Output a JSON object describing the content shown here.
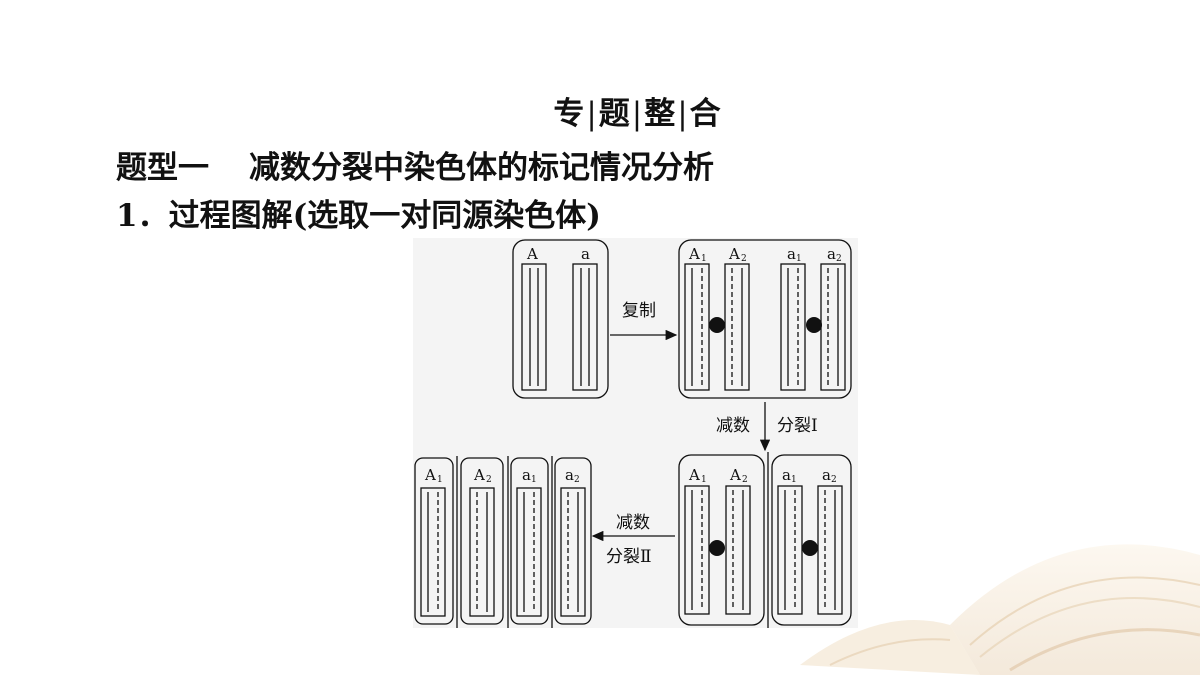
{
  "title": {
    "parts": [
      "专",
      "题",
      "整",
      "合"
    ]
  },
  "heading1": {
    "prefix": "题型一",
    "text": "减数分裂中染色体的标记情况分析"
  },
  "heading2": {
    "text": "1．过程图解(选取一对同源染色体)"
  },
  "diagram": {
    "labels": {
      "A": "A",
      "a": "a",
      "sub1": "1",
      "sub2": "2"
    },
    "arrows": {
      "replication": "复制",
      "meiosis1_left": "减数",
      "meiosis1_right": "分裂Ⅰ",
      "meiosis2_top": "减数",
      "meiosis2_bottom": "分裂Ⅱ"
    }
  },
  "colors": {
    "stroke": "#111111",
    "figure_bg": "#f4f4f4"
  }
}
